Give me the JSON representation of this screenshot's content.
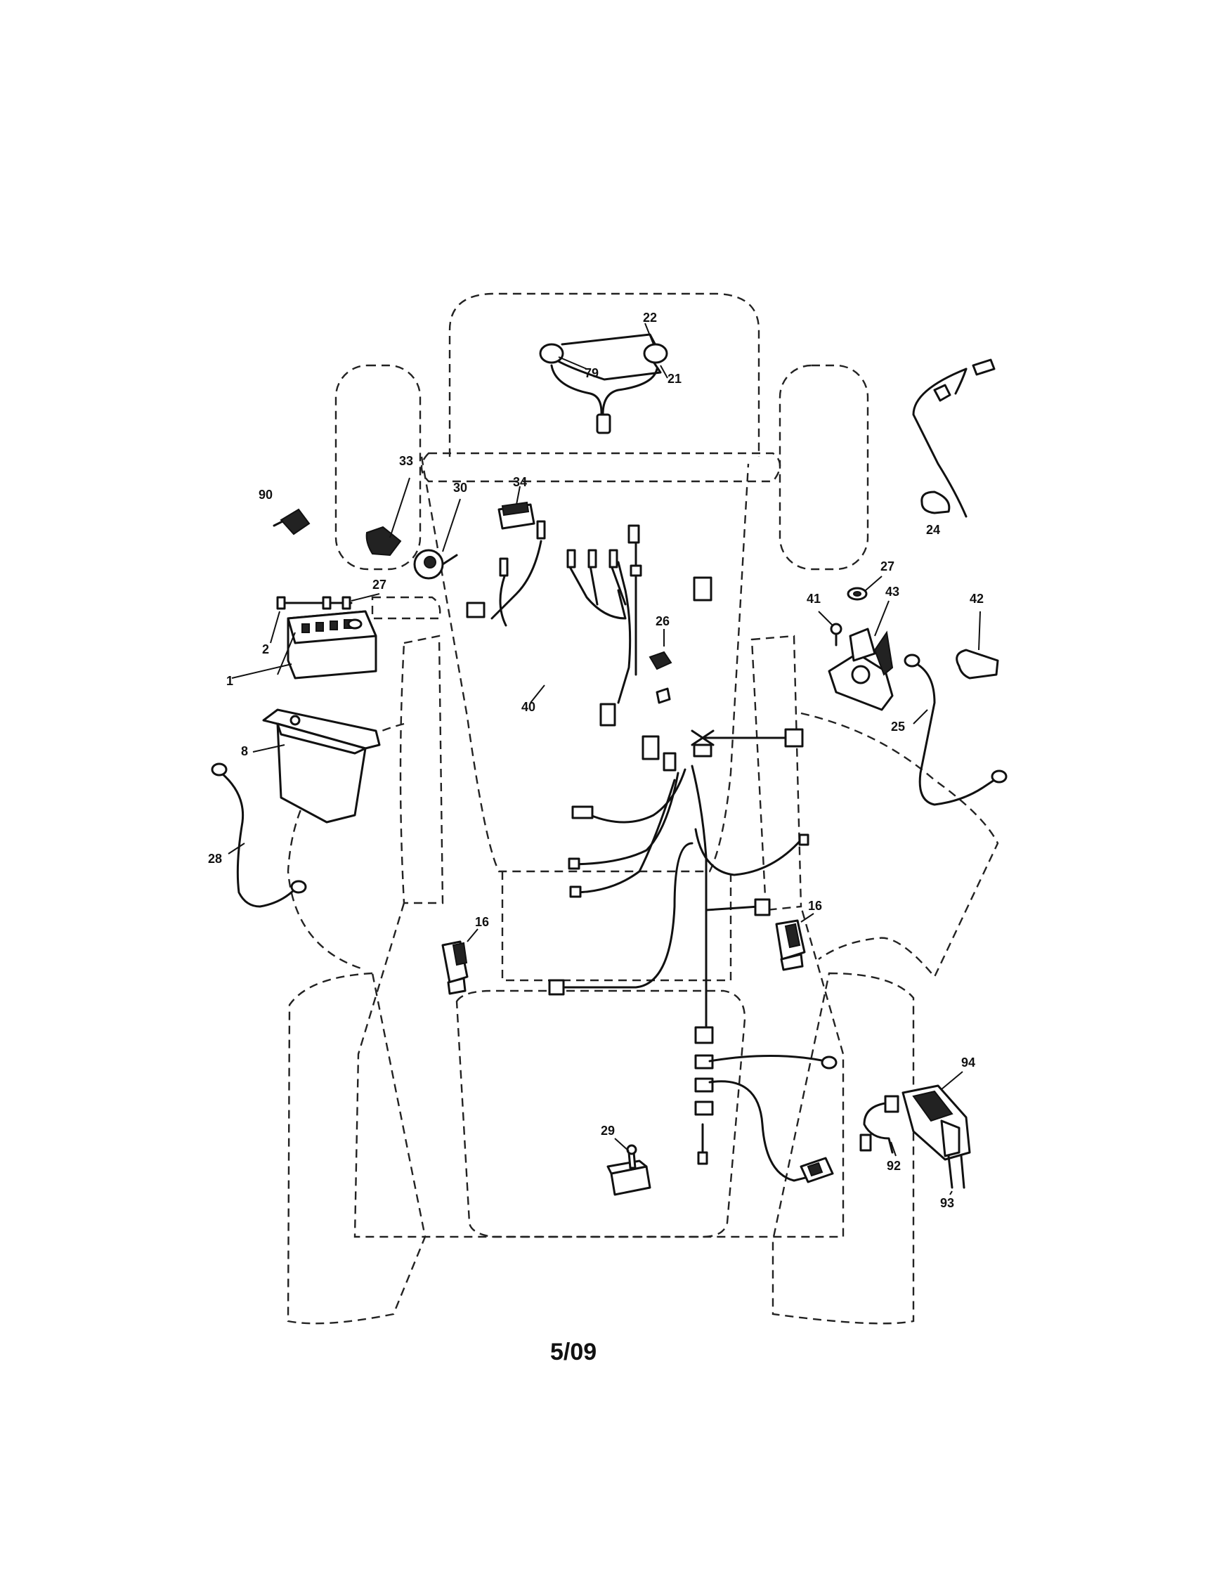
{
  "callouts": {
    "c22": "22",
    "c79": "79",
    "c21": "21",
    "c33": "33",
    "c30": "30",
    "c90": "90",
    "c34": "34",
    "c24": "24",
    "c27a": "27",
    "c2": "2",
    "c1": "1",
    "c26": "26",
    "c40": "40",
    "c41": "41",
    "c27b": "27",
    "c43": "43",
    "c42": "42",
    "c25": "25",
    "c8": "8",
    "c28": "28",
    "c16a": "16",
    "c16b": "16",
    "c94": "94",
    "c29": "29",
    "c92": "92",
    "c93": "93"
  },
  "footer": {
    "date_code": "5/09"
  }
}
